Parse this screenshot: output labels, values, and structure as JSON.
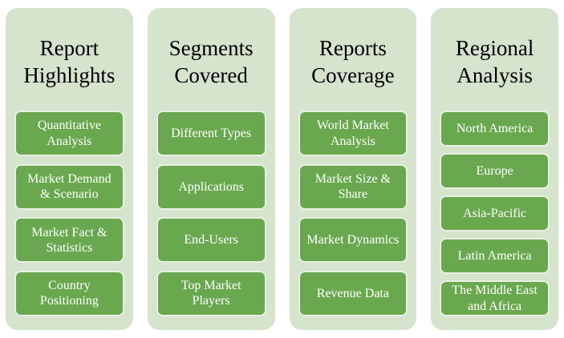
{
  "columns": [
    {
      "title": "Report Highlights",
      "items": [
        "Quantitative Analysis",
        "Market Demand & Scenario",
        "Market Fact & Statistics",
        "Country Positioning"
      ]
    },
    {
      "title": "Segments Covered",
      "items": [
        "Different Types",
        "Applications",
        "End-Users",
        "Top Market Players"
      ]
    },
    {
      "title": "Reports Coverage",
      "items": [
        "World Market Analysis",
        "Market Size & Share",
        "Market Dynamics",
        "Revenue Data"
      ]
    },
    {
      "title": "Regional Analysis",
      "items": [
        "North America",
        "Europe",
        "Asia-Pacific",
        "Latin America",
        "The Middle East and Africa"
      ]
    }
  ],
  "colors": {
    "page_bg": "#ffffff",
    "panel_bg": "#d6e3cd",
    "button_bg": "#6aa84f",
    "button_border": "#e9f0e3",
    "button_text": "#ffffff",
    "title_text": "#000000"
  }
}
